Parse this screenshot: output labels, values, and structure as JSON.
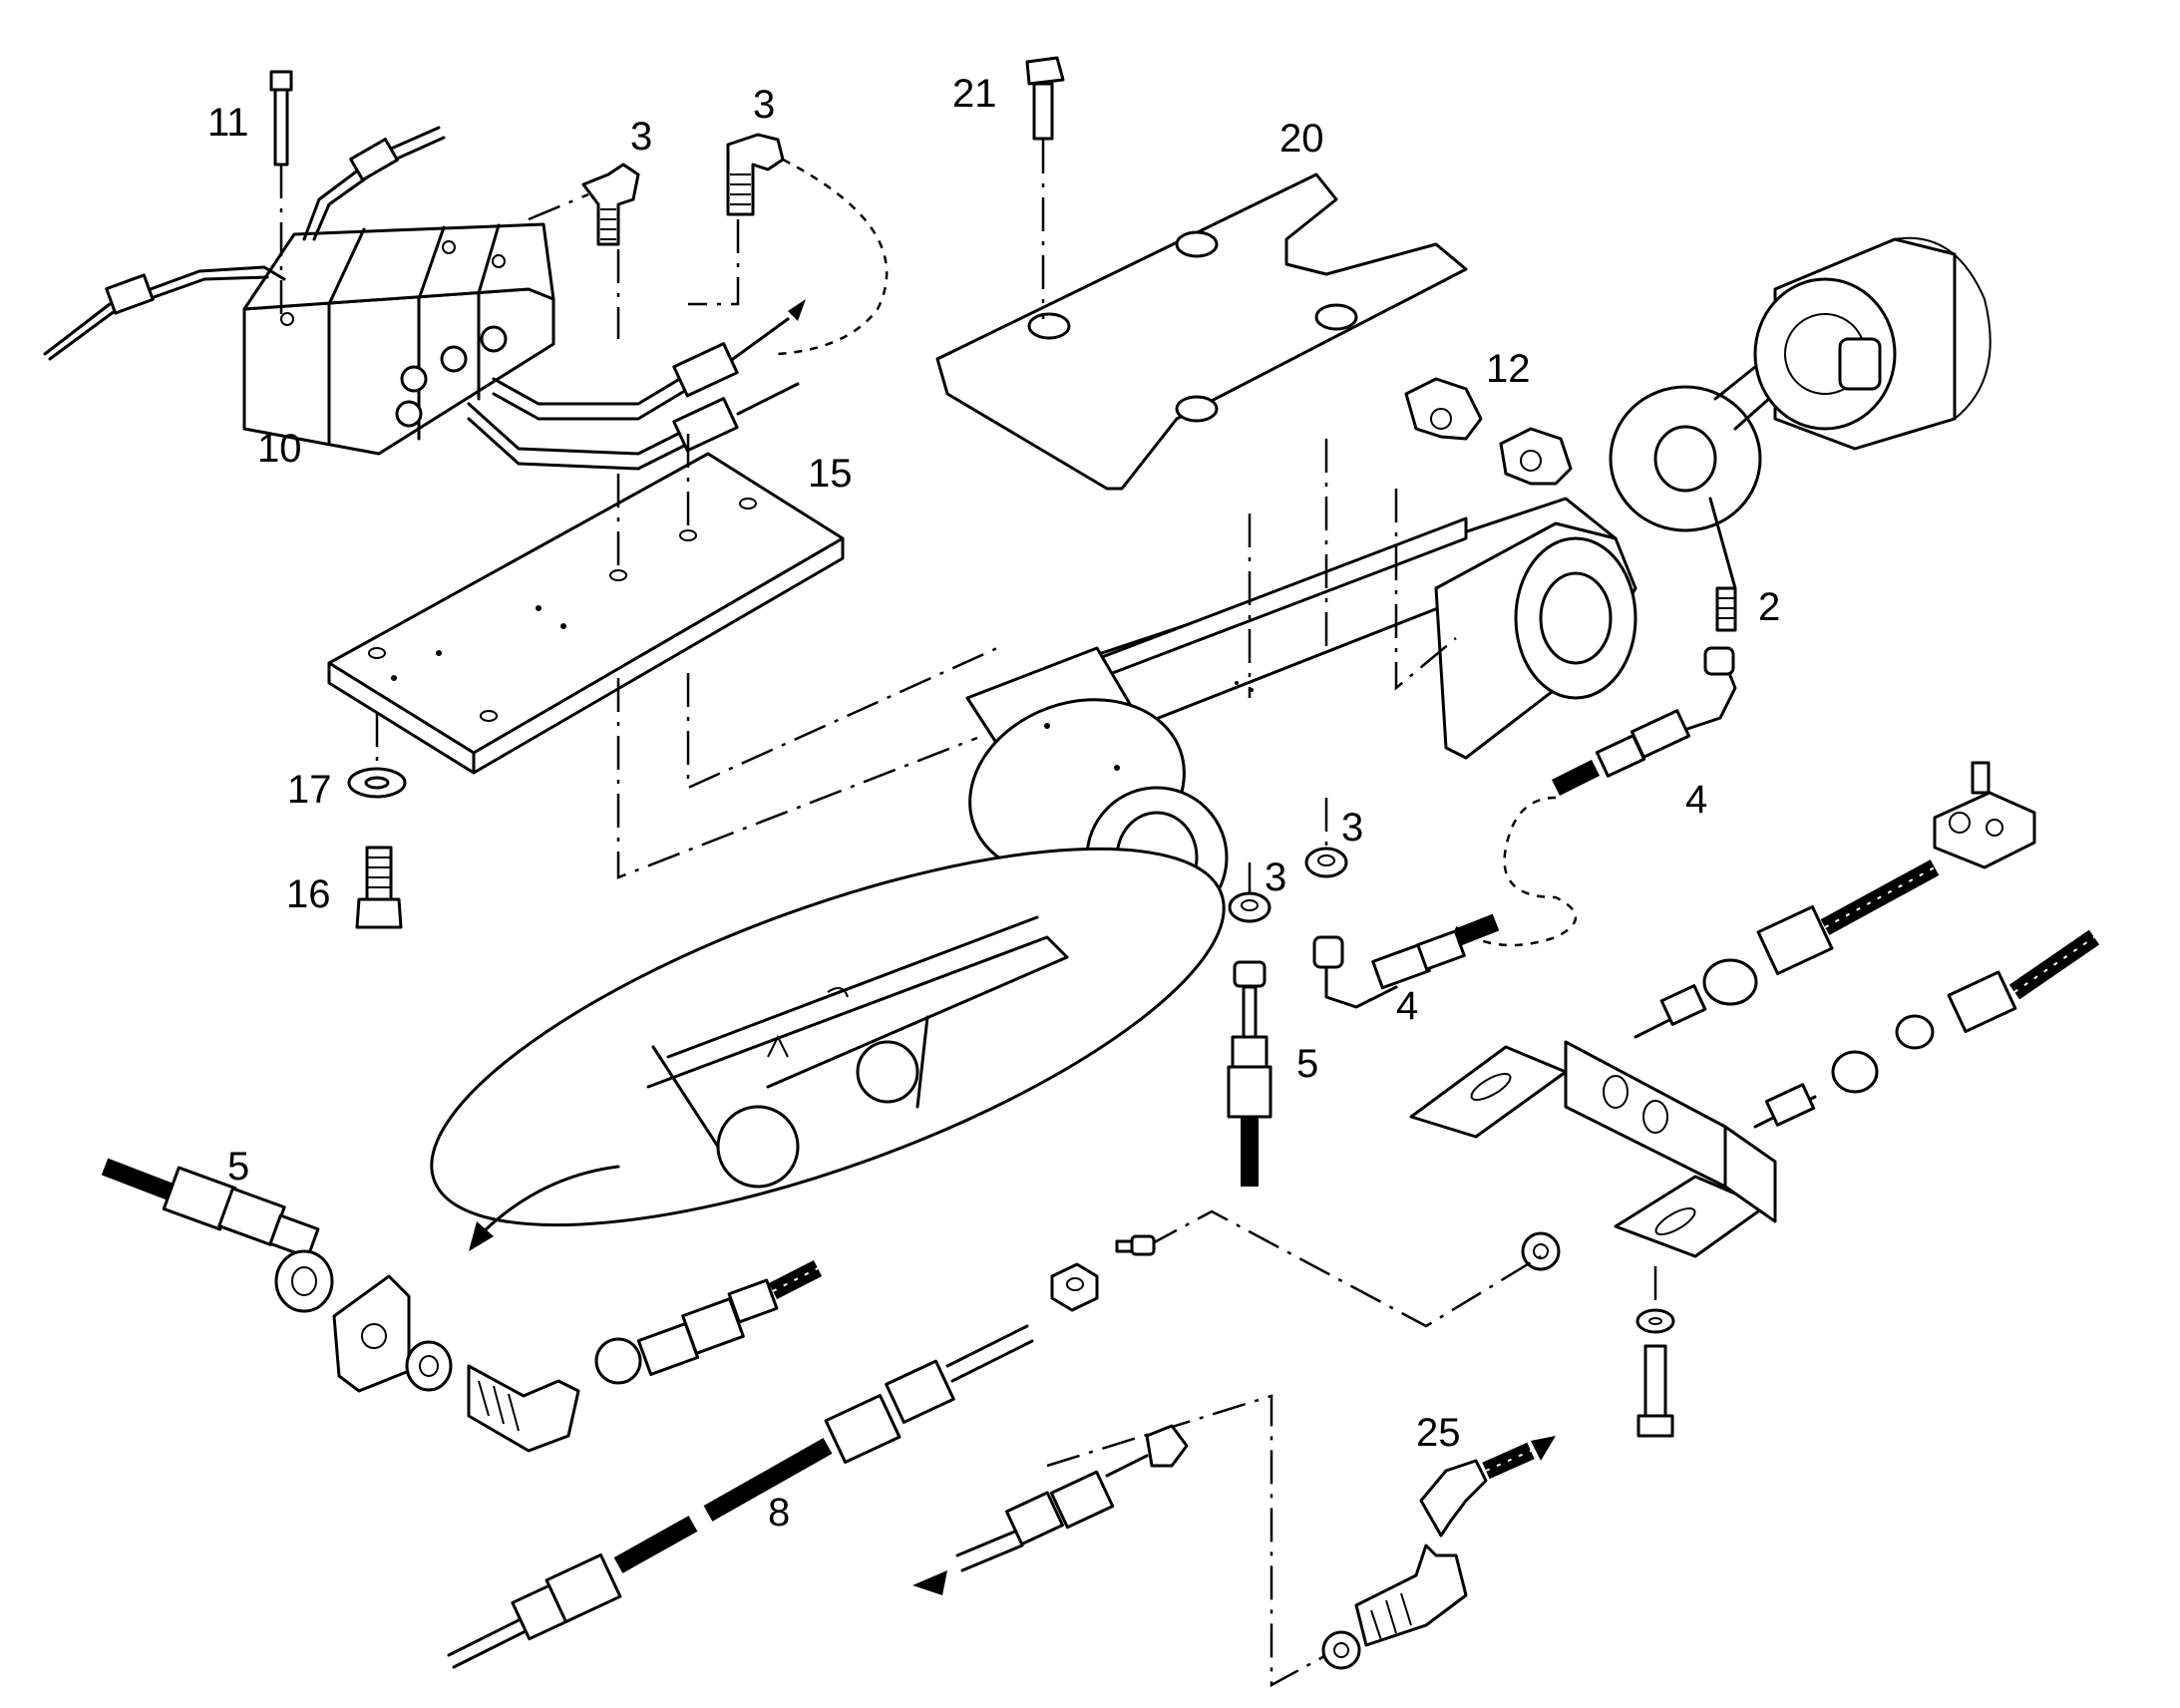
{
  "callouts": {
    "c11": "11",
    "c3a": "3",
    "c3b": "3",
    "c21": "21",
    "c20": "20",
    "c10": "10",
    "c15": "15",
    "c12": "12",
    "c2": "2",
    "c17": "17",
    "c16": "16",
    "c4a": "4",
    "c3c": "3",
    "c3d": "3",
    "c5a": "5",
    "c4b": "4",
    "c5b": "5",
    "c8": "8",
    "c25": "25"
  },
  "colors": {
    "ink": "#000000",
    "paper": "#ffffff"
  }
}
